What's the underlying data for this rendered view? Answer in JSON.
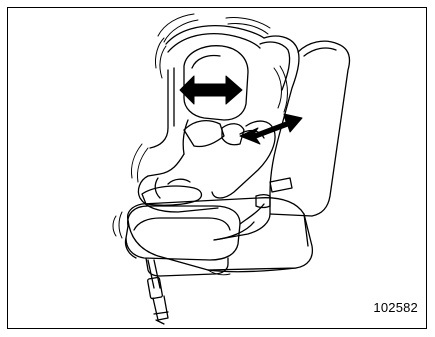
{
  "figure": {
    "number": "102582"
  },
  "illustration": {
    "subject": "child-seat-on-vehicle-seat",
    "arrows": [
      "double-arrow-headrest-width",
      "double-arrow-side-wing"
    ],
    "line_color": "#000000",
    "background_color": "#ffffff"
  }
}
